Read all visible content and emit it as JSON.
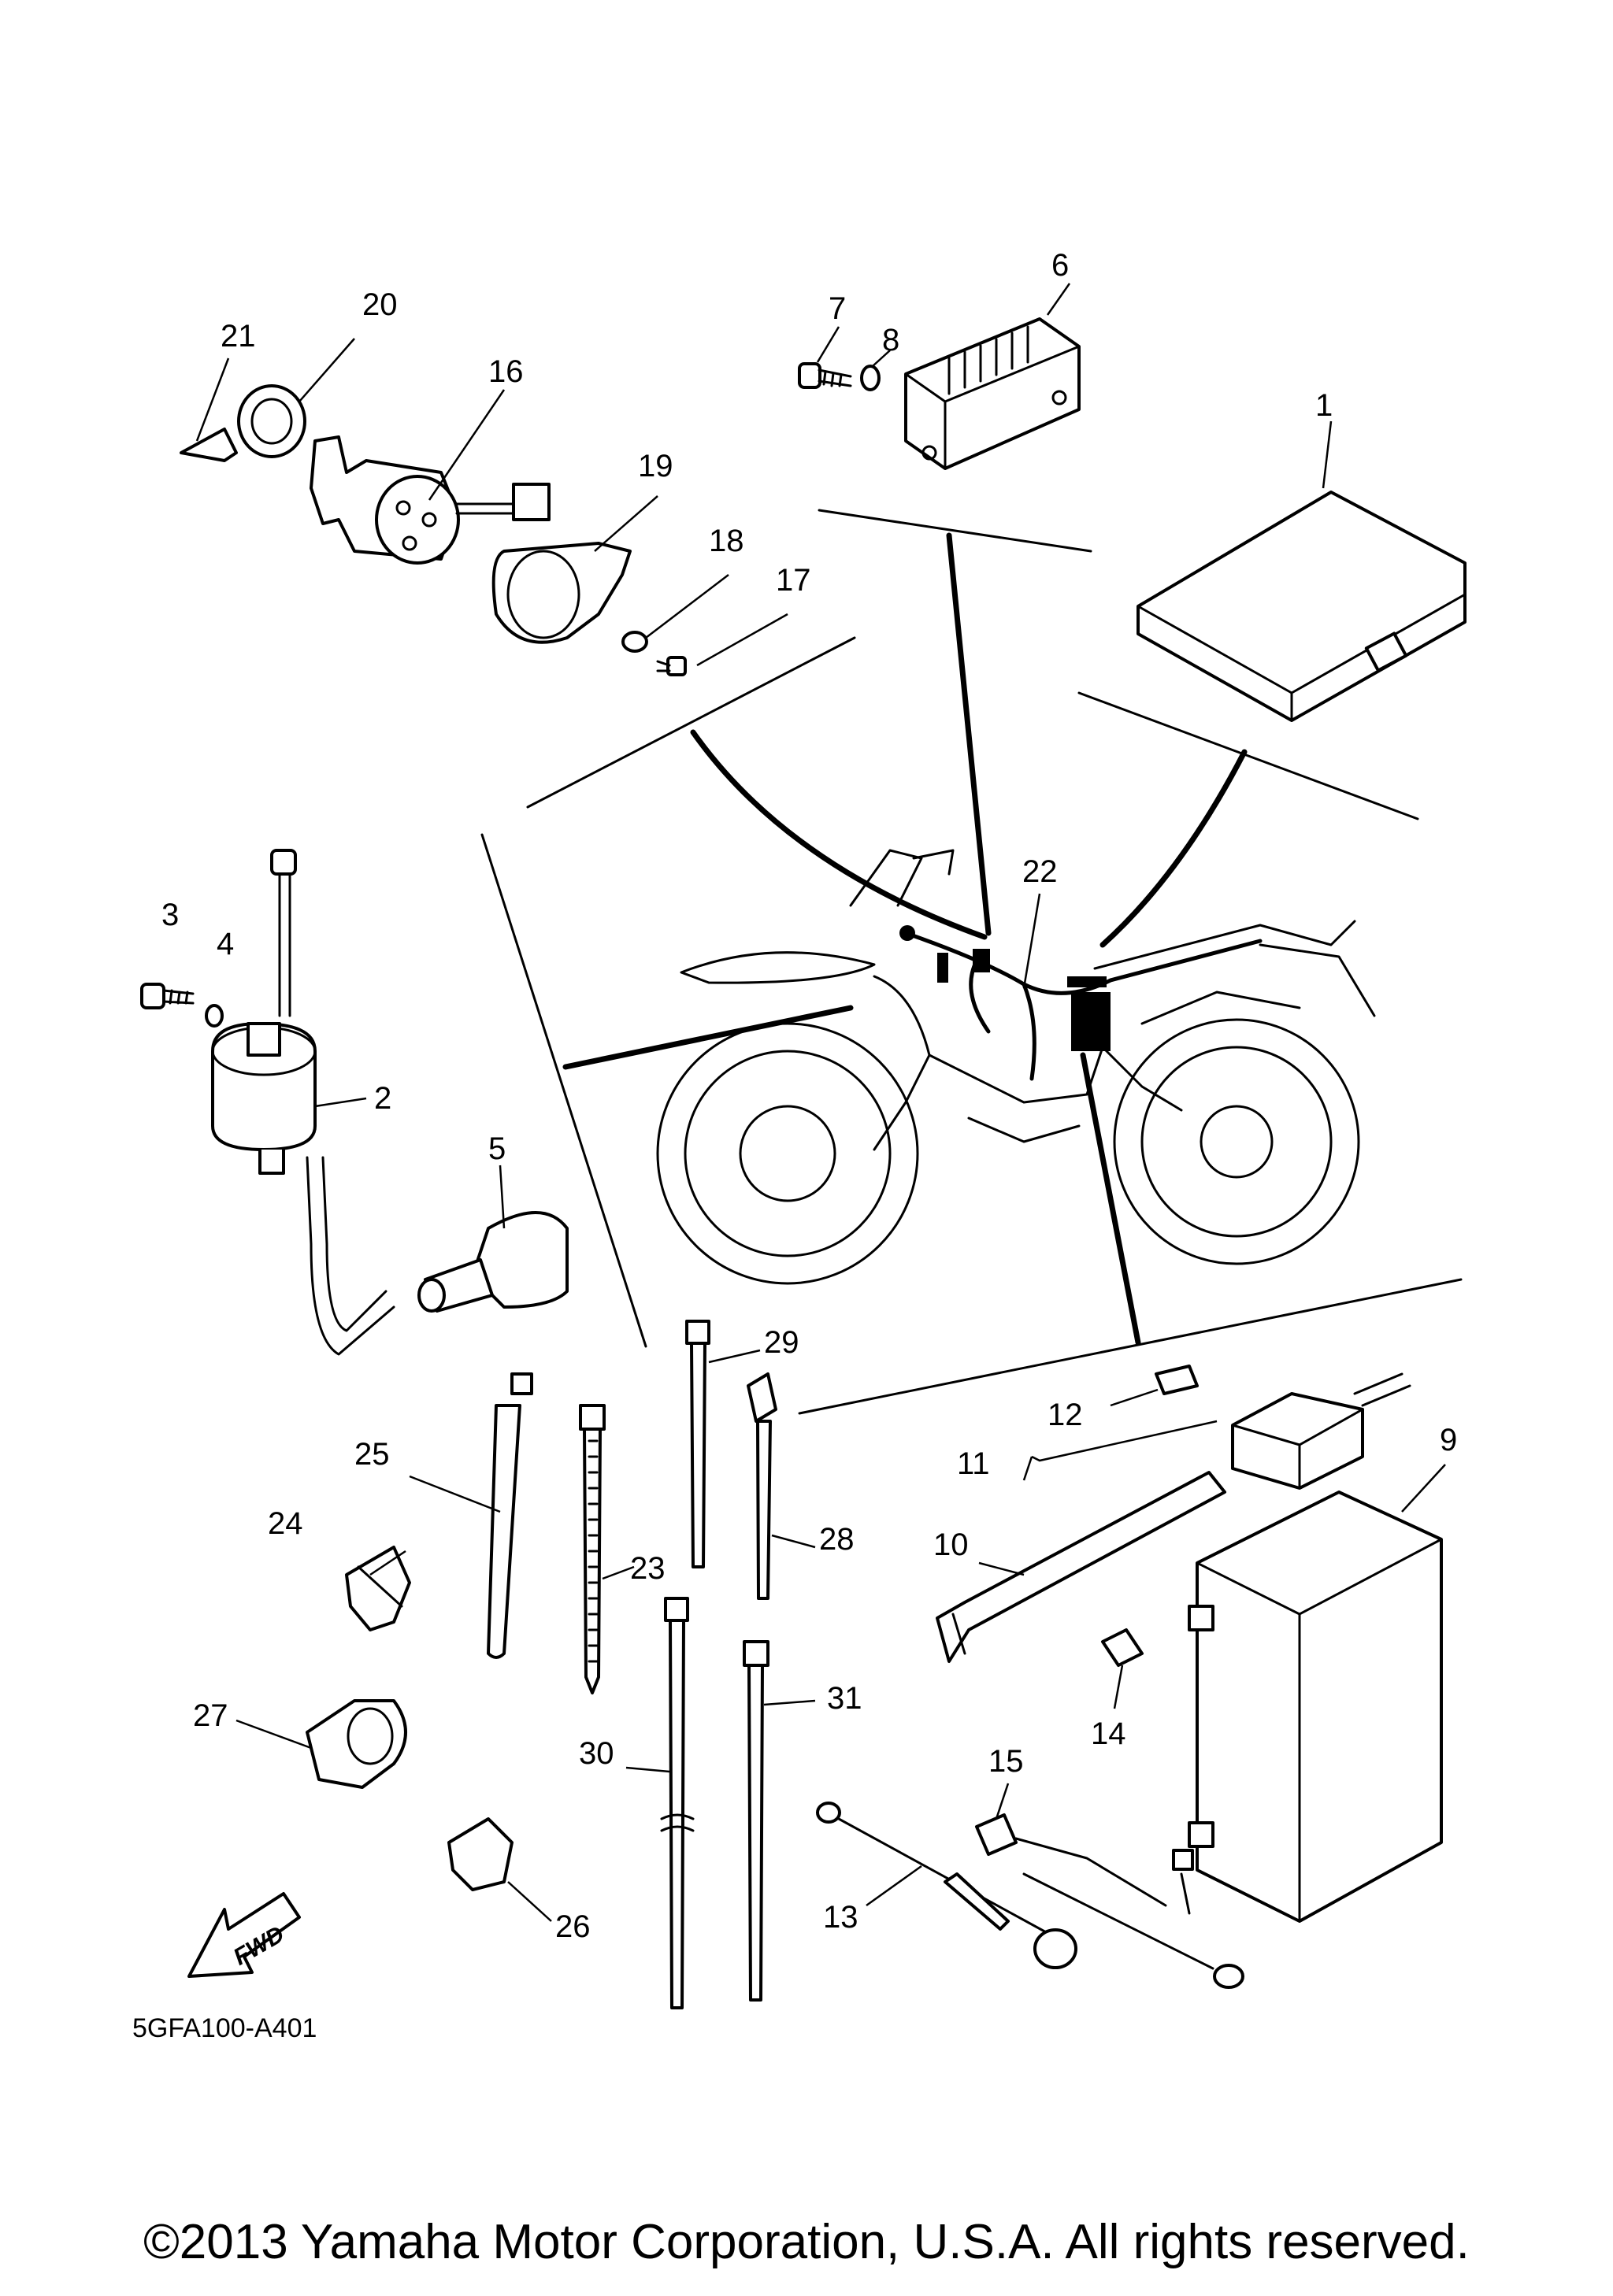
{
  "diagram": {
    "callouts": [
      "1",
      "2",
      "3",
      "4",
      "5",
      "6",
      "7",
      "8",
      "9",
      "10",
      "11",
      "12",
      "13",
      "14",
      "15",
      "16",
      "17",
      "18",
      "19",
      "20",
      "21",
      "22",
      "23",
      "24",
      "25",
      "26",
      "27",
      "28",
      "29",
      "30",
      "31"
    ],
    "drawing_code": "5GFA100-A401",
    "fwd_label": "FWD",
    "copyright": "©2013 Yamaha Motor Corporation, U.S.A. All rights reserved."
  }
}
